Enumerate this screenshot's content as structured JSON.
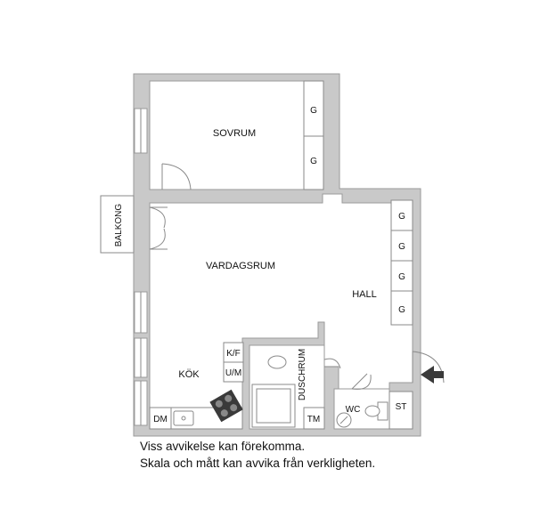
{
  "rooms": {
    "sovrum": "SOVRUM",
    "vardagsrum": "VARDAGSRUM",
    "hall": "HALL",
    "kok": "KÖK",
    "duschrum": "DUSCHRUM",
    "wc": "WC",
    "balkong": "BALKONG"
  },
  "fixtures": {
    "wardrobe": "G",
    "fridge_freezer": "K/F",
    "dishwasher": "DM",
    "washing_machine": "TM",
    "laundry_dryer": "U/M",
    "storage": "ST"
  },
  "notes": {
    "line1": "Viss avvikelse kan förekomma.",
    "line2": "Skala och mått kan avvika från verkligheten."
  },
  "colors": {
    "wall": "#c9c9c9",
    "floor": "#ffffff",
    "stove": "#3a3a3a",
    "entrance_arrow": "#3a3a3a"
  },
  "icons": {
    "entrance": "arrow-left-icon",
    "stove": "stove-icon",
    "sink": "sink-icon",
    "toilet": "toilet-icon",
    "shower": "shower-icon"
  }
}
